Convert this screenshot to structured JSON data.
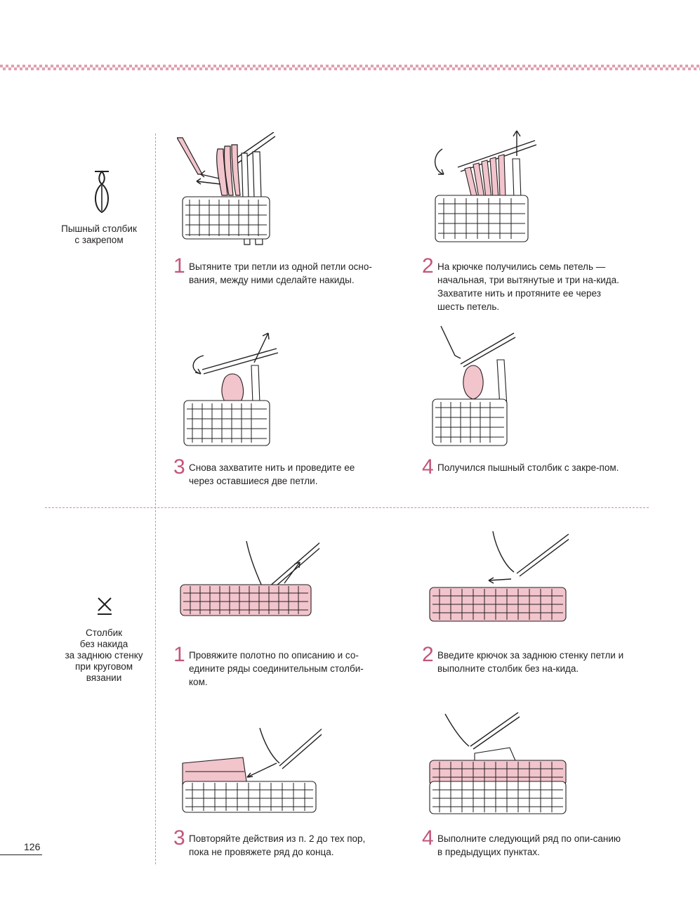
{
  "colors": {
    "accent": "#c2567a",
    "yarn_pink": "#f2c4cc",
    "ink": "#231f20",
    "border": "#e0a0b2"
  },
  "page_number": "126",
  "sections": [
    {
      "symbol_icon": "puff-stitch-with-closure-icon",
      "label": [
        "Пышный столбик",
        "с закрепом"
      ],
      "steps": [
        {
          "number": "1",
          "text": "Вытяните три петли из одной петли осно-вания, между ними сделайте накиды."
        },
        {
          "number": "2",
          "text": "На крючке получились семь петель — начальная, три вытянутые и три на-кида. Захватите нить и протяните ее через шесть петель."
        },
        {
          "number": "3",
          "text": "Снова захватите нить и проведите ее через оставшиеся две петли."
        },
        {
          "number": "4",
          "text": "Получился пышный столбик с закре-пом."
        }
      ]
    },
    {
      "symbol_icon": "single-crochet-back-loop-icon",
      "label": [
        "Столбик",
        "без накида",
        "за заднюю стенку",
        "при круговом",
        "вязании"
      ],
      "steps": [
        {
          "number": "1",
          "text": "Провяжите полотно по описанию и со-едините ряды соединительным столби-ком."
        },
        {
          "number": "2",
          "text": "Введите крючок за заднюю стенку петли и выполните столбик без на-кида."
        },
        {
          "number": "3",
          "text": "Повторяйте действия из п. 2 до тех пор, пока не провяжете ряд до конца."
        },
        {
          "number": "4",
          "text": "Выполните следующий ряд по опи-санию в предыдущих пунктах."
        }
      ]
    }
  ]
}
